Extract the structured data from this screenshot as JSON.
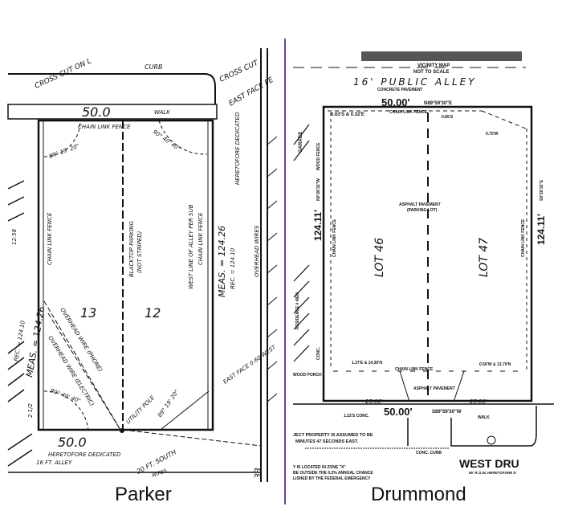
{
  "colors": {
    "divider": "#6b3fa0",
    "ink": "#111111"
  },
  "captions": {
    "left": "Parker",
    "right": "Drummond"
  },
  "parker": {
    "cross_cut_left": "CROSS CUT ON L",
    "curb": "CURB",
    "cross_cut_right": "CROSS CUT",
    "east_face": "EAST FACE FE",
    "top_dim": "50.0",
    "walk": "WALK",
    "chain_link_fence_top": "CHAIN LINK FENCE",
    "angle_tl": "89° 19' 20\"",
    "angle_tr": "90° 40' 40\"",
    "chain_link_fence_left": "CHAIN LINK FENCE",
    "blacktop": "BLACKTOP PARKING",
    "not_striped": "(NOT STRIPED)",
    "west_line": "WEST LINE OF ALLEY PER SUB",
    "chain_link_fence_right": "CHAIN LINK FENCE",
    "meas_right": "MEAS. = 124.26",
    "rec_right": "REC. = 124.10",
    "heretofore_dedicated_right": "HERETOFORE DEDICATED",
    "overhead_wires_right": "OVERHEAD WIRES",
    "left_small": "12.58",
    "lot_13": "13",
    "lot_12": "12",
    "overhead_phone": "OVERHEAD WIRE (PHONE)",
    "overhead_electric": "OVERHEAD WIRE (ELECTRIC)",
    "meas_left": "MEAS. = 124.26",
    "rec_left": "REC. = 124.10",
    "angle_bl": "90° 40' 40\"",
    "utility_pole": "UTILITY POLE",
    "angle_br": "89° 19' 20\"",
    "east_face_bottom": "EAST FACE 0.60 WEST",
    "two_story": "2 1/2",
    "bottom_dim": "50.0",
    "heretofore_dedicated": "HERETOFORE DEDICATED",
    "alley": "16 FT. ALLEY",
    "south": "20 FT. SOUTH",
    "wires": "WIRES",
    "num_33": "33"
  },
  "drummond": {
    "vicinity_map": "VICINITY MAP",
    "not_to_scale": "NOT TO SCALE",
    "public_alley": "16' PUBLIC ALLEY",
    "concrete_pavement": "CONCRETE PAVEMENT",
    "top_dim": "50.00'",
    "top_bearing": "N89°59'30\"E",
    "chain_link_fence_top": "CHAIN LINK FENCE",
    "offset_tl": "0.63'S & 0.32'E",
    "offset_tc": "0.85'S",
    "offset_tr": "0.75'W",
    "garage": "GARAGE",
    "left_dim": "124.11'",
    "left_bearing": "N0°26'32\"W",
    "wood_fence": "WOOD FENCE",
    "chain_link_fence_left": "CHAIN LINK FENCE",
    "asphalt_pavement": "ASPHALT PAVEMENT",
    "parking_lot": "(PARKING LOT)",
    "lot_46": "LOT 46",
    "lot_47": "LOT 47",
    "chain_link_fence_right": "CHAIN LINK FENCE",
    "right_dim": "124.11'",
    "right_bearing": "S0°26'32\"E",
    "residence": "RESIDENCE # 4820",
    "conc": "CONC.",
    "wood_porch": "WOOD PORCH",
    "offset_bl": "1.37'E & 14.30'N",
    "chain_link_fence_bottom": "CHAIN LINK FENCE",
    "offset_br": "0.56'W & 13.79'N",
    "asphalt_bottom": "ASPHALT PAVEMENT",
    "seg_left": "25.00'",
    "seg_right": "25.00'",
    "bottom_dim": "50.00'",
    "bottom_bearing": "S89°59'30\"W",
    "offset_conc": "1.22'S CONC.",
    "walk": "WALK",
    "note1a": "JECT PROPERTY IS ASSUMED TO BE",
    "note1b": "MINUTES 47 SECONDS EAST.",
    "conc_curb": "CONC. CURB",
    "street": "WEST DRU",
    "street_sub": "66' R.O.W. HERETOFORE D",
    "note2a": "Y IS LOCATED IN ZONE \"X\"",
    "note2b": "BE OUTSIDE THE 0.2% ANNUAL CHANCE",
    "note2c": "LISHED BY THE FEDERAL EMERGENCY"
  }
}
